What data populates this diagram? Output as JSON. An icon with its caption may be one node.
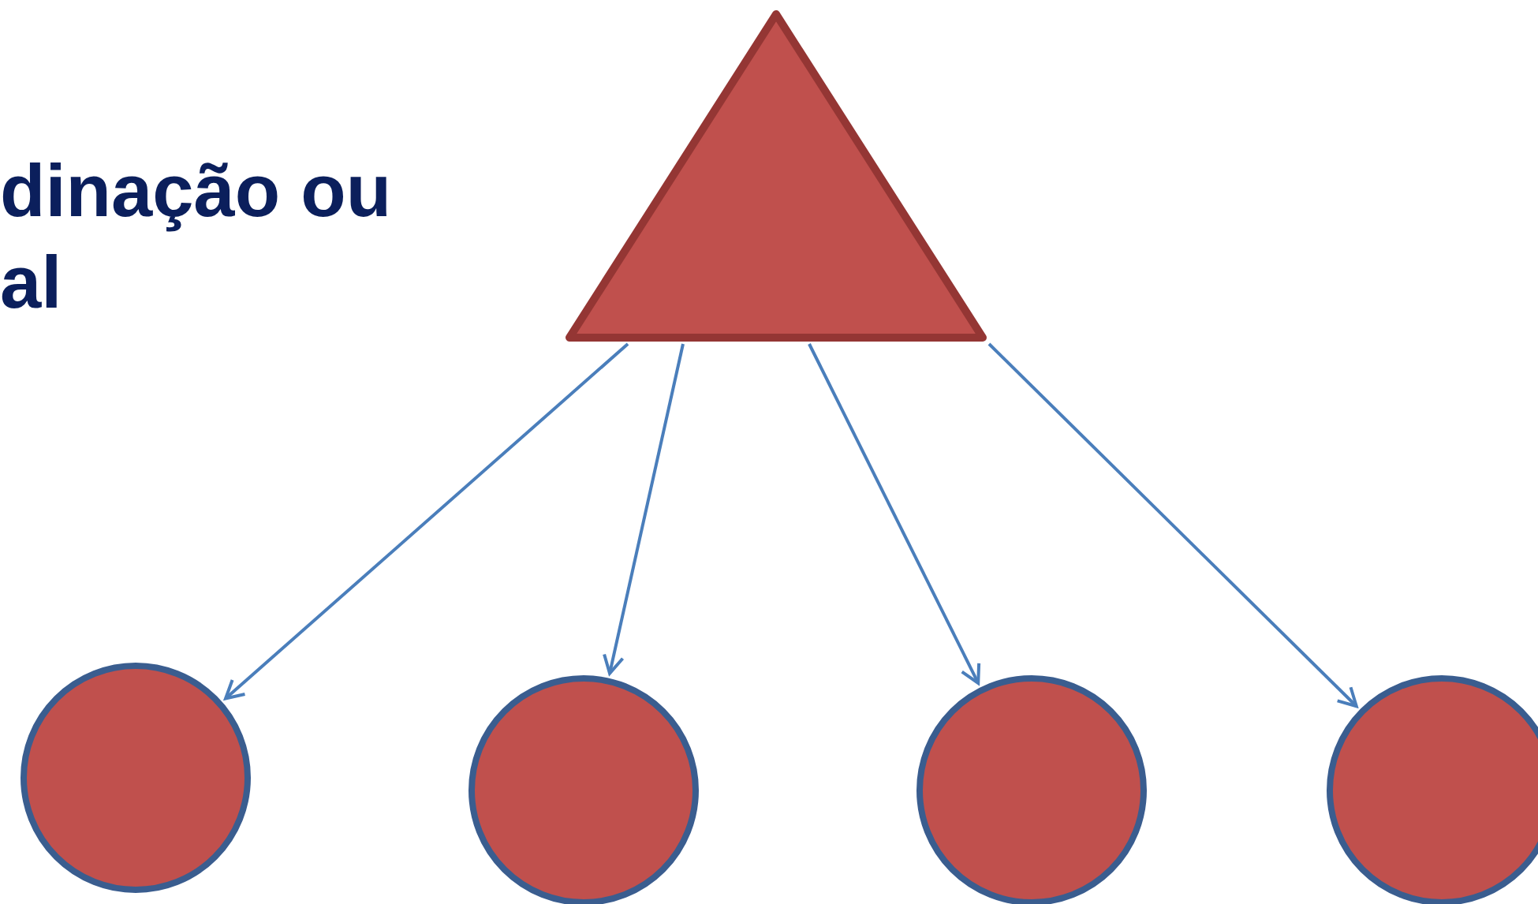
{
  "diagram": {
    "nodes": [
      {
        "text": [],
        "shape": "triangle"
      },
      {
        "text": [],
        "shape": "circle"
      },
      {
        "text": [],
        "shape": "circle"
      },
      {
        "text": [],
        "shape": "circle"
      },
      {
        "text": [],
        "shape": "circle"
      }
    ],
    "edges": [
      {
        "from": 0,
        "to": 1,
        "arrow": "to"
      },
      {
        "from": 0,
        "to": 2,
        "arrow": "to"
      },
      {
        "from": 0,
        "to": 3,
        "arrow": "to"
      },
      {
        "from": 0,
        "to": 4,
        "arrow": "to"
      }
    ],
    "labels": [
      "dinação ou al"
    ]
  }
}
